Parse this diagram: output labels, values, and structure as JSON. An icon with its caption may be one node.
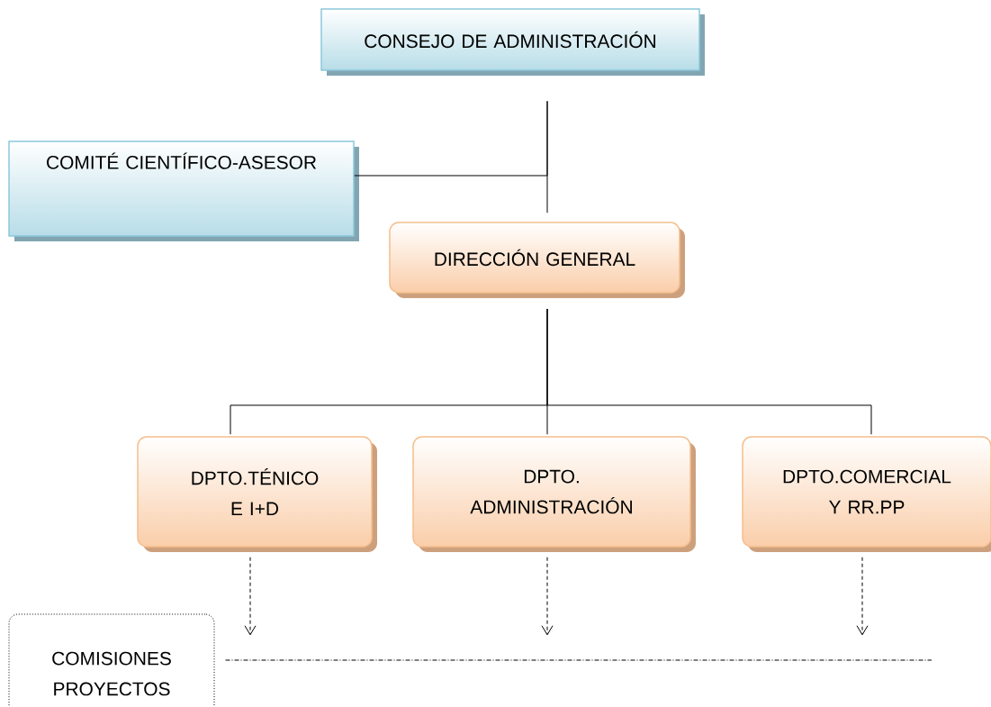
{
  "diagram": {
    "nodes": [
      {
        "text": [
          "CONSEJO DE ADMINISTRACIÓN"
        ]
      },
      {
        "text": [
          "COMITÉ CIENTÍFICO-ASESOR"
        ]
      },
      {
        "text": [
          "DIRECCIÓN GENERAL"
        ]
      },
      {
        "text": [
          "DPTO.TÉNICO E I+D"
        ]
      },
      {
        "text": [
          "DPTO. ADMINISTRACIÓN"
        ]
      },
      {
        "text": [
          "DPTO.COMERCIAL Y RR.PP"
        ]
      },
      {
        "text": [
          "COMISIONES PROYECTOS"
        ]
      }
    ],
    "edges": [
      {
        "from": 0,
        "to": 2,
        "arrow": "none"
      },
      {
        "from": 1,
        "to": 0,
        "arrow": "none"
      },
      {
        "from": 2,
        "to": 3,
        "arrow": "none"
      },
      {
        "from": 2,
        "to": 4,
        "arrow": "none"
      },
      {
        "from": 2,
        "to": 5,
        "arrow": "none"
      },
      {
        "from": 3,
        "to": null,
        "arrow": "to",
        "style": "dashed"
      },
      {
        "from": 4,
        "to": null,
        "arrow": "to",
        "style": "dashed"
      },
      {
        "from": 5,
        "to": null,
        "arrow": "to",
        "style": "dashed"
      },
      {
        "from": 6,
        "to": null,
        "arrow": "none",
        "style": "dashed"
      }
    ]
  }
}
